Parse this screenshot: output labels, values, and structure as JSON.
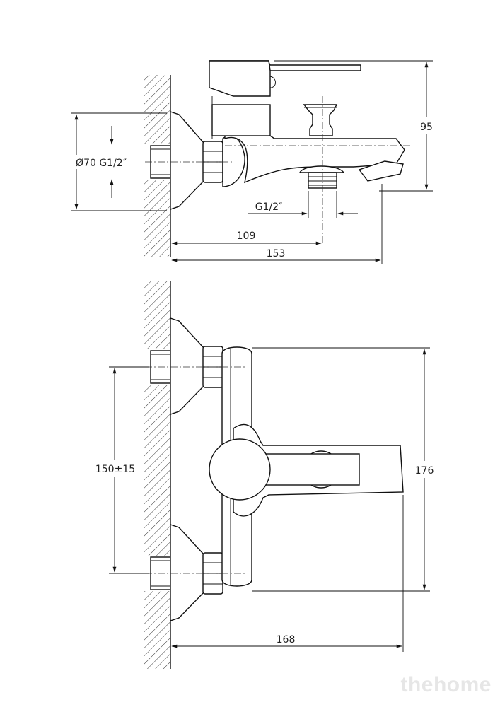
{
  "side_view": {
    "dim_height": "95",
    "dim_connection": "Ø70 G1/2″",
    "dim_outlet": "G1/2″",
    "dim_depth_outlet": "109",
    "dim_depth_total": "153"
  },
  "top_view": {
    "dim_spacing": "150±15",
    "dim_width": "176",
    "dim_depth": "168"
  },
  "watermark": "thehome"
}
